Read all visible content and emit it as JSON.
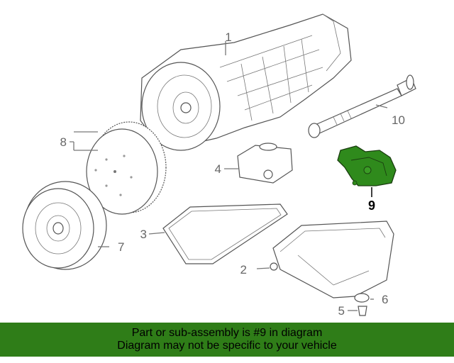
{
  "diagram": {
    "callouts": [
      {
        "number": "1",
        "part": "transmission"
      },
      {
        "number": "2",
        "part": "drain-plug"
      },
      {
        "number": "3",
        "part": "pan-gasket"
      },
      {
        "number": "4",
        "part": "filter"
      },
      {
        "number": "5",
        "part": "plug"
      },
      {
        "number": "6",
        "part": "seal"
      },
      {
        "number": "7",
        "part": "torque-converter"
      },
      {
        "number": "8",
        "part": "flexplate"
      },
      {
        "number": "9",
        "part": "neutral-safety-switch",
        "highlighted": true
      },
      {
        "number": "10",
        "part": "drive-shaft"
      }
    ],
    "highlight_color": "#2f8a1c"
  },
  "banner": {
    "line1": "Part or sub-assembly is #9 in diagram",
    "line2": "Diagram may not be specific to your vehicle",
    "background": "#2f7d18"
  }
}
